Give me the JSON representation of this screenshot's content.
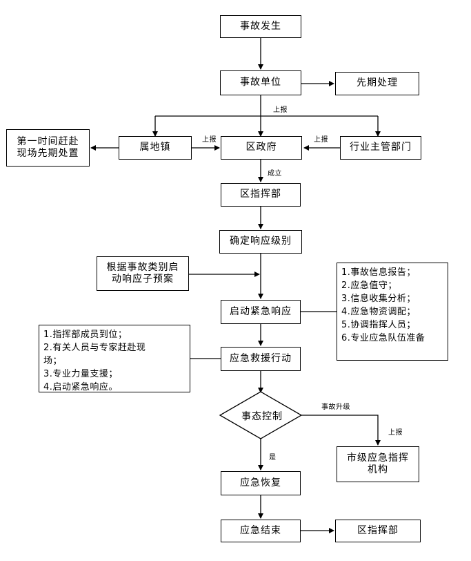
{
  "nodes": {
    "accident_occurs": "事故发生",
    "accident_unit": "事故单位",
    "initial_handling": "先期处理",
    "first_time_arrive": [
      "第一时间赶赴",
      "现场先期处置"
    ],
    "local_town": "属地镇",
    "district_government": "区政府",
    "industry_dept": "行业主管部门",
    "district_hq": "区指挥部",
    "determine_level": "确定响应级别",
    "activate_plan": [
      "根据事故类别启",
      "动响应子预案"
    ],
    "start_emergency_response": "启动紧急响应",
    "response_tasks": [
      "1.事故信息报告；",
      "2.应急值守；",
      "3.信息收集分析；",
      "4.应急物资调配；",
      "5.协调指挥人员；",
      "6.专业应急队伍准备"
    ],
    "hq_tasks": [
      "1.指挥部成员到位；",
      "2.有关人员与专家赶赴现",
      "场；",
      "3.专业力量支援；",
      "4.启动紧急响应。"
    ],
    "rescue_action": "应急救援行动",
    "situation_control": "事态控制",
    "city_hq": [
      "市级应急指挥",
      "机构"
    ],
    "emergency_recovery": "应急恢复",
    "emergency_end": "应急结束",
    "district_hq_final": "区指挥部"
  },
  "labels": {
    "report_up_top": "上报",
    "report_up_left": "上报",
    "report_up_right": "上报",
    "establish": "成立",
    "escalate": "事故升级",
    "report_up_city": "上报",
    "yes": "是"
  }
}
